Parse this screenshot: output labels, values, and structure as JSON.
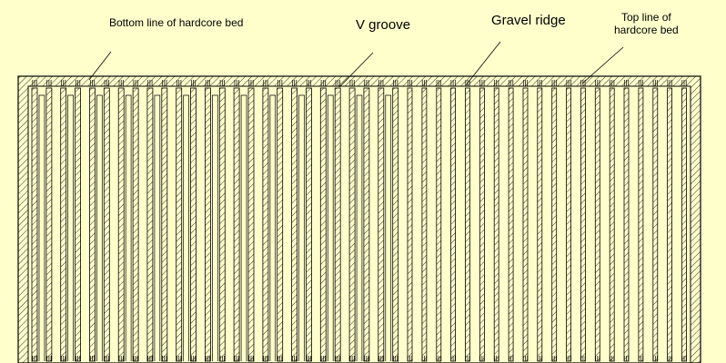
{
  "labels": {
    "bottom_line": "Bottom line of hardcore bed",
    "v_groove": "V groove",
    "gravel_ridge": "Gravel ridge",
    "top_line_1": "Top line of",
    "top_line_2": "hardcore bed"
  },
  "colors": {
    "background_base": "#c3d8ef",
    "background_light": "#dbe8f6",
    "background_swirl": "#a9c5e6",
    "panel": "#ffffcc",
    "line": "#000000",
    "accent_corner": "#1f4e9b"
  }
}
